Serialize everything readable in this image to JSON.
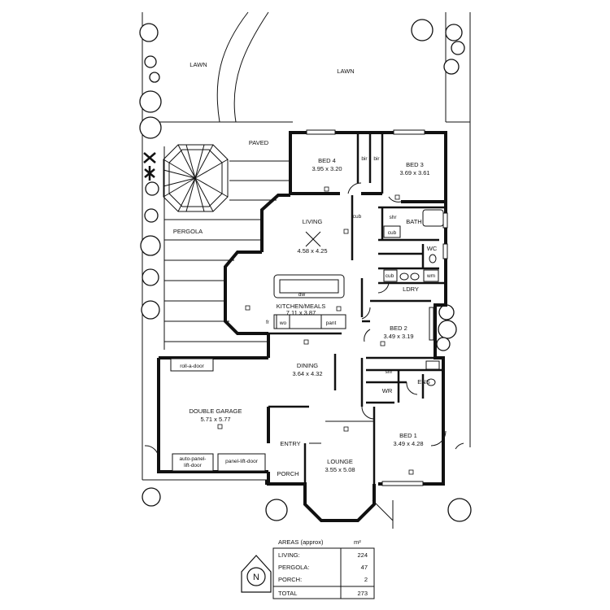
{
  "site": {
    "lawn_left": "LAWN",
    "lawn_right": "LAWN",
    "paved": "PAVED",
    "pergola": "PERGOLA"
  },
  "rooms": {
    "bed4": {
      "name": "BED 4",
      "size": "3.95 x 3.20"
    },
    "bed3": {
      "name": "BED 3",
      "size": "3.69 x 3.61"
    },
    "living": {
      "name": "LIVING",
      "size": "4.58 x 4.25"
    },
    "kitchen": {
      "name": "KITCHEN/MEALS",
      "size": "7.11 x 3.87"
    },
    "bed2": {
      "name": "BED 2",
      "size": "3.49 x 3.19"
    },
    "dining": {
      "name": "DINING",
      "size": "3.64 x 4.32"
    },
    "garage": {
      "name": "DOUBLE GARAGE",
      "size": "5.71 x 5.77"
    },
    "bed1": {
      "name": "BED 1",
      "size": "3.49 x 4.28"
    },
    "lounge": {
      "name": "LOUNGE",
      "size": "3.55 x 5.08"
    }
  },
  "fixtures": {
    "bir1": "bir",
    "bir2": "bir",
    "shr1": "shr",
    "bath": "BATH",
    "cub1": "cub",
    "wc": "WC",
    "cub2": "cub",
    "wm": "wm",
    "ldry": "LDRY",
    "cub3": "cub",
    "dw": "dw",
    "fr": "fr",
    "wo": "wo",
    "pant": "pant",
    "shr2": "shr",
    "ens": "ENS",
    "wr": "WR",
    "entry": "ENTRY",
    "porch": "PORCH",
    "roll_door": "roll-a-door",
    "auto_door_1": "auto-panel-",
    "auto_door_2": "lift-door",
    "panel_door": "panel-lift-door"
  },
  "areas": {
    "heading": "AREAS (approx)",
    "unit": "m²",
    "rows": [
      {
        "label": "LIVING:",
        "value": "224"
      },
      {
        "label": "PERGOLA:",
        "value": "47"
      },
      {
        "label": "PORCH:",
        "value": "2"
      }
    ],
    "total_label": "TOTAL",
    "total_value": "273"
  },
  "north": "N"
}
